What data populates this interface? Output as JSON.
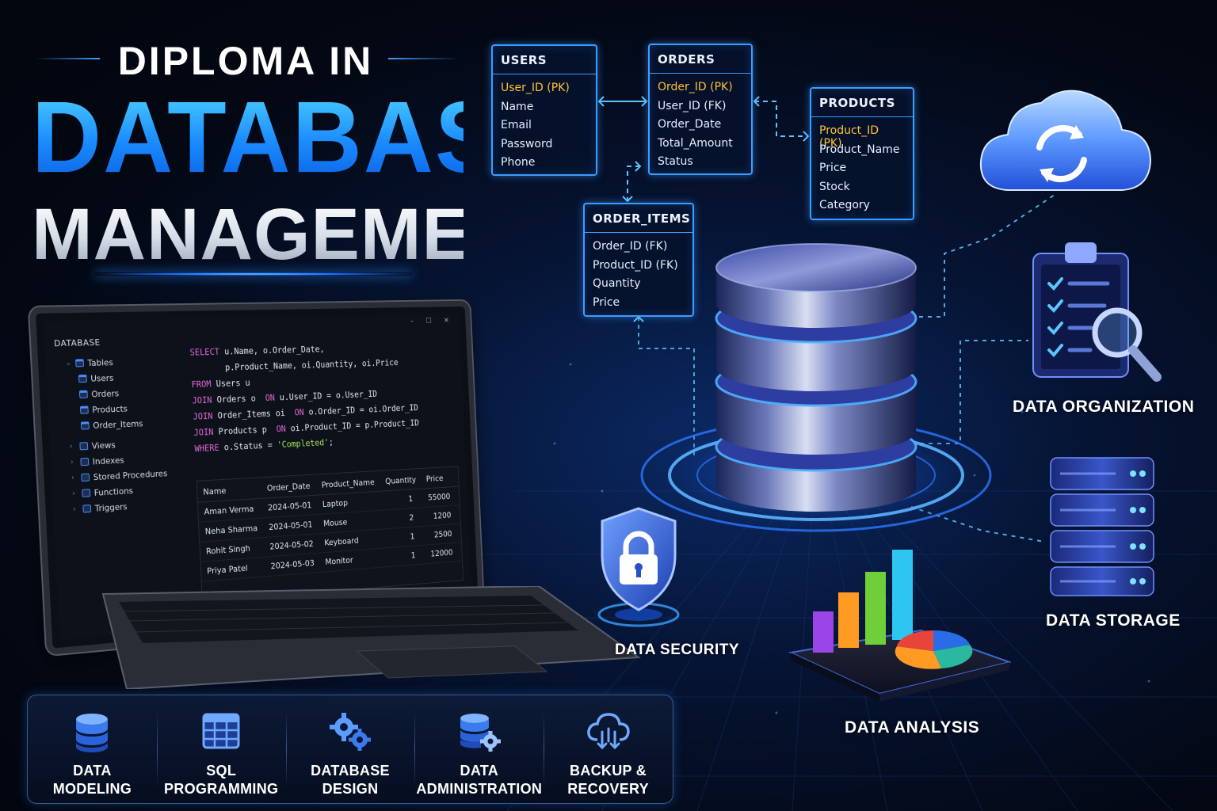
{
  "title": {
    "line1": "DIPLOMA IN",
    "line2": "DATABASE",
    "line3": "MANAGEMENT"
  },
  "er_tables": {
    "users": {
      "name": "USERS",
      "pk": "User_ID (PK)",
      "fields": [
        "Name",
        "Email",
        "Password",
        "Phone"
      ]
    },
    "orders": {
      "name": "ORDERS",
      "pk": "Order_ID (PK)",
      "fields": [
        "User_ID (FK)",
        "Order_Date",
        "Total_Amount",
        "Status"
      ]
    },
    "products": {
      "name": "PRODUCTS",
      "pk": "Product_ID (PK)",
      "fields": [
        "Product_Name",
        "Price",
        "Stock",
        "Category"
      ]
    },
    "order_items": {
      "name": "ORDER_ITEMS",
      "fields": [
        "Order_ID (FK)",
        "Product_ID (FK)",
        "Quantity",
        "Price"
      ]
    }
  },
  "laptop": {
    "window_controls": "– ☐ ✕",
    "sidebar_title": "DATABASE",
    "tree": {
      "tables": "Tables",
      "table_items": [
        "Users",
        "Orders",
        "Products",
        "Order_Items"
      ],
      "others": [
        "Views",
        "Indexes",
        "Stored Procedures",
        "Functions",
        "Triggers"
      ]
    },
    "query": {
      "l1_kw": "SELECT",
      "l1": " u.Name, o.Order_Date,",
      "l2": "       p.Product_Name, oi.Quantity, oi.Price",
      "l3_kw": "FROM",
      "l3": " Users u",
      "l4_kw": "JOIN",
      "l4a": " Orders o  ",
      "l4_on": "ON",
      "l4b": " u.User_ID = o.User_ID",
      "l5_kw": "JOIN",
      "l5a": " Order_Items oi  ",
      "l5_on": "ON",
      "l5b": " o.Order_ID = oi.Order_ID",
      "l6_kw": "JOIN",
      "l6a": " Products p  ",
      "l6_on": "ON",
      "l6b": " oi.Product_ID = p.Product_ID",
      "l7_kw": "WHERE",
      "l7": " o.Status = ",
      "l7_str": "'Completed'",
      "l7_end": ";"
    },
    "results": {
      "headers": [
        "Name",
        "Order_Date",
        "Product_Name",
        "Quantity",
        "Price"
      ],
      "rows": [
        [
          "Aman Verma",
          "2024-05-01",
          "Laptop",
          "1",
          "55000"
        ],
        [
          "Neha Sharma",
          "2024-05-01",
          "Mouse",
          "2",
          "1200"
        ],
        [
          "Rohit Singh",
          "2024-05-02",
          "Keyboard",
          "1",
          "2500"
        ],
        [
          "Priya Patel",
          "2024-05-03",
          "Monitor",
          "1",
          "12000"
        ]
      ]
    }
  },
  "labels": {
    "organization": "DATA ORGANIZATION",
    "storage": "DATA STORAGE",
    "security": "DATA SECURITY",
    "analysis": "DATA ANALYSIS"
  },
  "bottom_bar": [
    {
      "line1": "DATA",
      "line2": "MODELING",
      "icon": "database-icon"
    },
    {
      "line1": "SQL",
      "line2": "PROGRAMMING",
      "icon": "table-grid-icon"
    },
    {
      "line1": "DATABASE",
      "line2": "DESIGN",
      "icon": "gears-icon"
    },
    {
      "line1": "DATA",
      "line2": "ADMINISTRATION",
      "icon": "database-gear-icon"
    },
    {
      "line1": "BACKUP &",
      "line2": "RECOVERY",
      "icon": "cloud-download-icon"
    }
  ],
  "colors": {
    "accent": "#3d9cff",
    "pk": "#ffc233",
    "keyword": "#e467d8",
    "string": "#a6e35b"
  }
}
